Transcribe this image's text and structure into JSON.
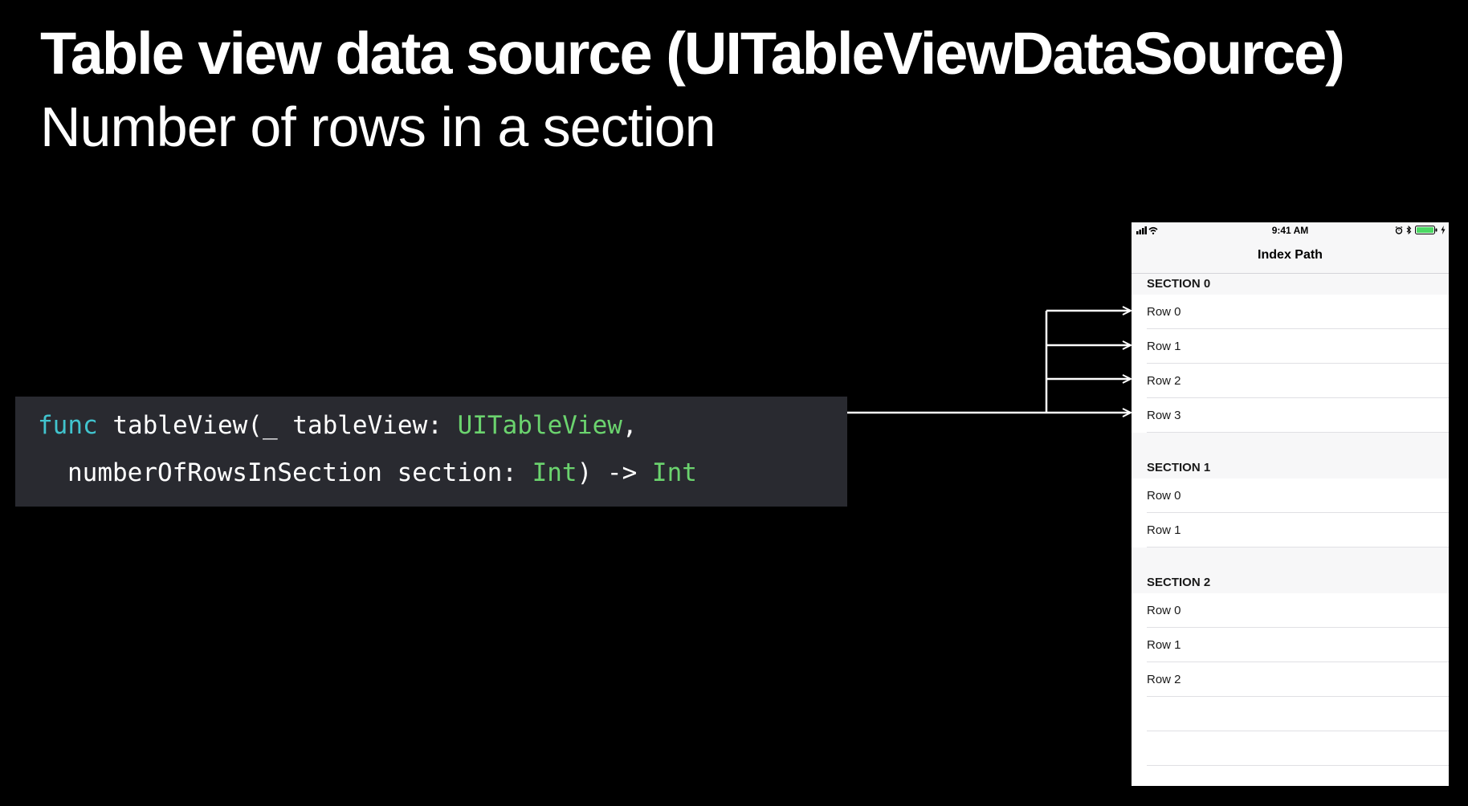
{
  "slide": {
    "title": "Table view data source (UITableViewDataSource)",
    "subtitle": "Number of rows in a section"
  },
  "code": {
    "line1": [
      {
        "text": "func",
        "kind": "keyword"
      },
      {
        "text": " tableView(_ tableView: ",
        "kind": "plain"
      },
      {
        "text": "UITableView",
        "kind": "type"
      },
      {
        "text": ",",
        "kind": "plain"
      }
    ],
    "line2": [
      {
        "text": "numberOfRowsInSection section: ",
        "kind": "plain"
      },
      {
        "text": "Int",
        "kind": "type"
      },
      {
        "text": ") -> ",
        "kind": "plain"
      },
      {
        "text": "Int",
        "kind": "type"
      }
    ]
  },
  "colors": {
    "background": "#000000",
    "code_background": "#292a30",
    "keyword": "#41c4ce",
    "type": "#6bd36e",
    "arrow": "#ffffff",
    "battery": "#4cd964"
  },
  "phone": {
    "status": {
      "time": "9:41 AM",
      "icons": [
        "signal-bars-icon",
        "wifi-icon",
        "alarm-icon",
        "bluetooth-icon",
        "battery-icon",
        "charging-bolt-icon"
      ]
    },
    "nav_title": "Index Path",
    "sections": [
      {
        "header": "SECTION 0",
        "rows": [
          "Row 0",
          "Row 1",
          "Row 2",
          "Row 3"
        ]
      },
      {
        "header": "SECTION 1",
        "rows": [
          "Row 0",
          "Row 1"
        ]
      },
      {
        "header": "SECTION 2",
        "rows": [
          "Row 0",
          "Row 1",
          "Row 2"
        ]
      }
    ]
  }
}
